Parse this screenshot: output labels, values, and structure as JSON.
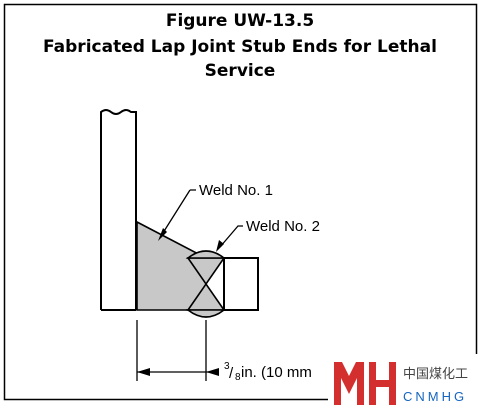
{
  "figure": {
    "title_line1": "Figure UW-13.5",
    "title_line2": "Fabricated Lap Joint Stub Ends for Lethal",
    "title_line3": "Service"
  },
  "labels": {
    "weld_1": "Weld No. 1",
    "weld_2": "Weld No. 2",
    "dimension_numerator": "3",
    "dimension_denominator": "8",
    "dimension_text": " in. (10 mm"
  },
  "watermark": {
    "cn_text": "中国煤化工",
    "en_text": "CNMHG"
  },
  "colors": {
    "weld_fill": "#c8c8c8",
    "line": "#000000",
    "watermark_red": "#d32f2f",
    "watermark_blue": "#1565c0"
  }
}
